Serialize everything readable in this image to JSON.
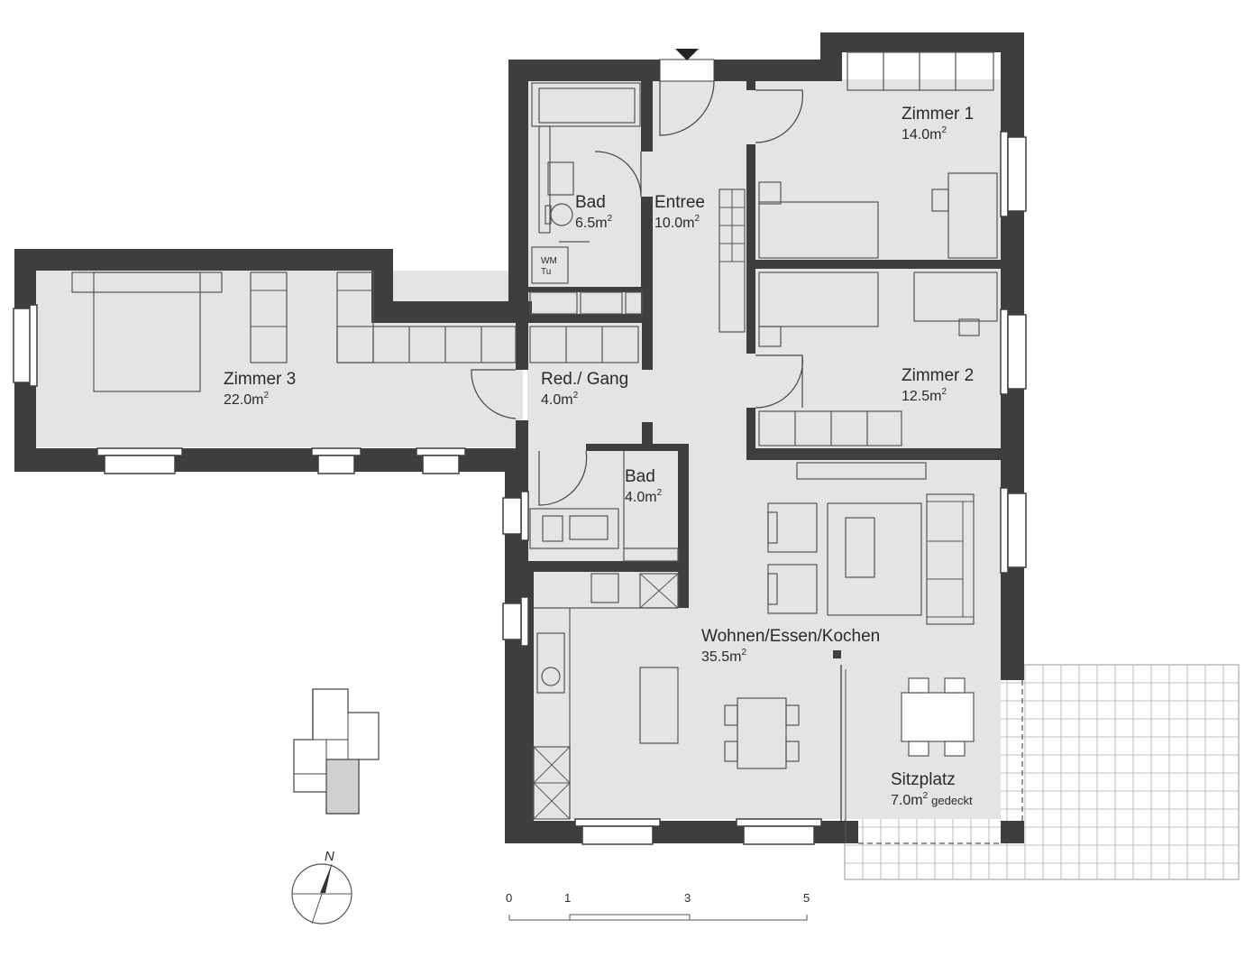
{
  "rooms": [
    {
      "name": "Zimmer 1",
      "area": "14.0m",
      "sup": "2"
    },
    {
      "name": "Zimmer 2",
      "area": "12.5m",
      "sup": "2"
    },
    {
      "name": "Zimmer 3",
      "area": "22.0m",
      "sup": "2"
    },
    {
      "name": "Bad",
      "area": "6.5m",
      "sup": "2"
    },
    {
      "name": "Entree",
      "area": "10.0m",
      "sup": "2"
    },
    {
      "name": "Red./ Gang",
      "area": "4.0m",
      "sup": "2"
    },
    {
      "name": "Bad",
      "area": "4.0m",
      "sup": "2"
    },
    {
      "name": "Wohnen/Essen/Kochen",
      "area": "35.5m",
      "sup": "2"
    },
    {
      "name": "Sitzplatz",
      "area": "7.0m",
      "sup": "2",
      "note": "gedeckt"
    }
  ],
  "appliance": {
    "line1": "WM",
    "line2": "Tu"
  },
  "compass": {
    "north": "N"
  },
  "scale": {
    "ticks": [
      "0",
      "1",
      "3",
      "5"
    ]
  },
  "colors": {
    "wall": "#3e3e3f",
    "floor": "#e4e4e4",
    "outline": "#555555"
  }
}
